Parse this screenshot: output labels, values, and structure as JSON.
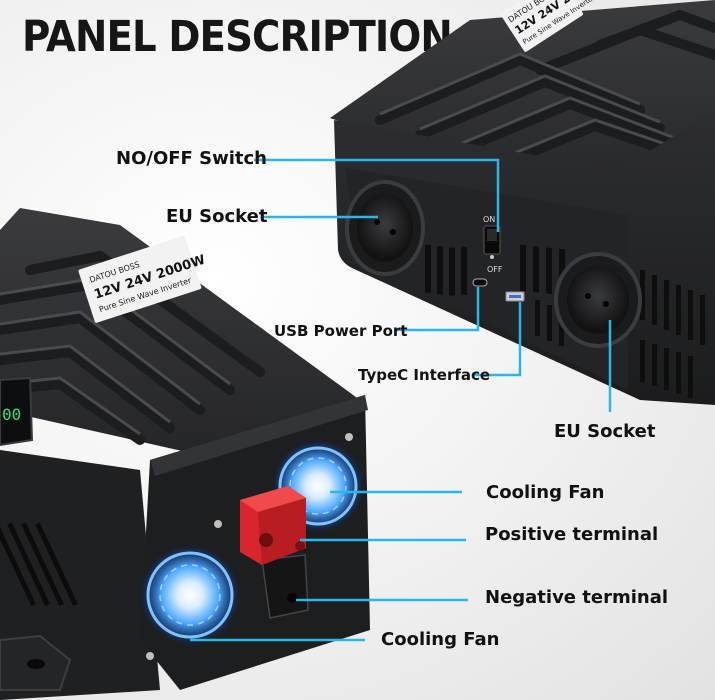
{
  "title": "PANEL DESCRIPTION",
  "labels": {
    "on_off_switch": "NO/OFF Switch",
    "eu_socket_left": "EU Socket",
    "usb_power_port": "USB Power Port",
    "typec_interface": "TypeC Interface",
    "eu_socket_right": "EU Socket",
    "cooling_fan_top": "Cooling Fan",
    "positive_terminal": "Positive terminal",
    "negative_terminal": "Negative terminal",
    "cooling_fan_bottom": "Cooling Fan"
  },
  "device_text": {
    "brand": "DATOU BOSS",
    "model": "12V 24V 2000W",
    "subtitle": "Pure Sine Wave Inverter",
    "switch_on": "ON",
    "switch_off": "OFF"
  },
  "colors": {
    "callout_line": "#29b6e8",
    "device_body": "#2e2f32",
    "fan_glow": "#4da8ff",
    "positive_terminal": "#d8262a"
  }
}
